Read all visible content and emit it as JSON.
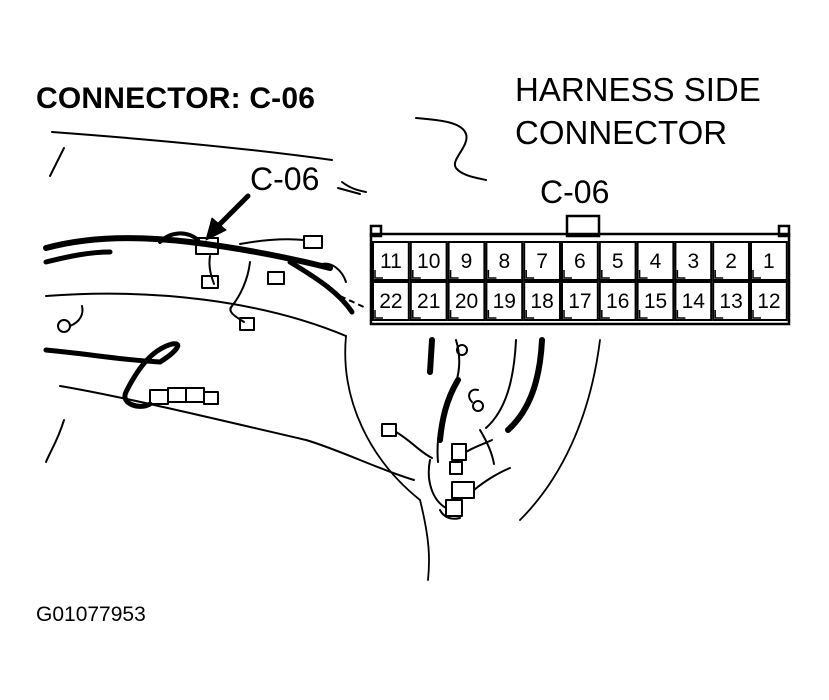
{
  "title": "CONNECTOR: C-06",
  "harness_label_line1": "HARNESS SIDE",
  "harness_label_line2": "CONNECTOR",
  "callout_label": "C-06",
  "connector_label": "C-06",
  "figure_id": "G01077953",
  "connector": {
    "top_row": [
      "11",
      "10",
      "9",
      "8",
      "7",
      "6",
      "5",
      "4",
      "3",
      "2",
      "1"
    ],
    "bottom_row": [
      "22",
      "21",
      "20",
      "19",
      "18",
      "17",
      "16",
      "15",
      "14",
      "13",
      "12"
    ]
  }
}
